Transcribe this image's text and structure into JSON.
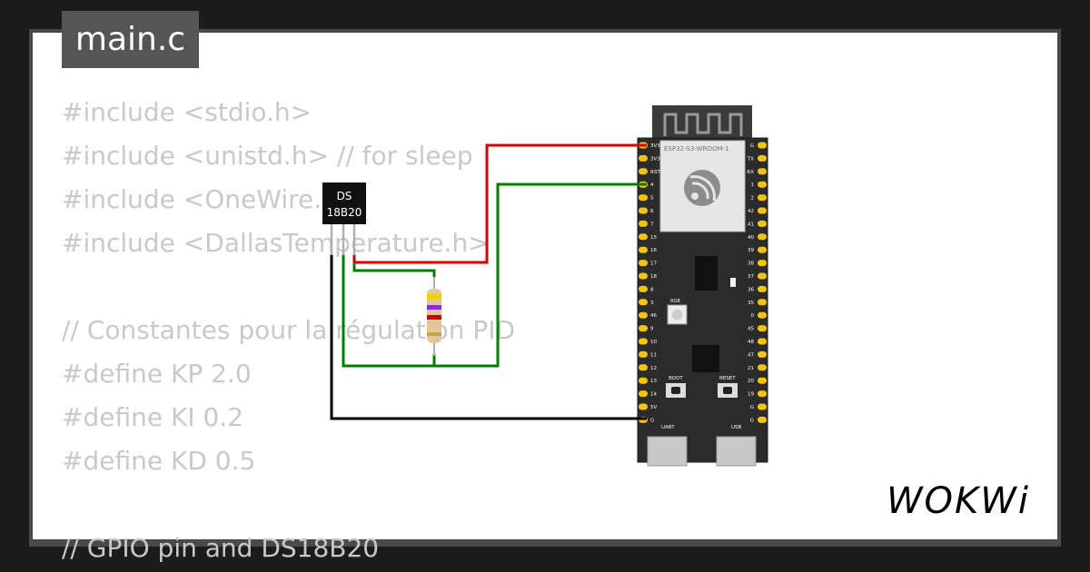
{
  "file_tab": "main.c",
  "code_lines": [
    "#include <stdio.h>",
    "#include <unistd.h> // for sleep",
    "#include <OneWire.h>",
    "#include <DallasTemperature.h>",
    "",
    "// Constantes pour la régulation PID",
    "#define KP 2.0",
    "#define KI 0.2",
    "#define KD 0.5",
    "",
    "// GPIO pin and DS18B20"
  ],
  "sensor": {
    "line1": "DS",
    "line2": "18B20"
  },
  "board": {
    "module_label": "ESP32-S3-WROOM-1",
    "left_pins": [
      "3V3",
      "3V3",
      "RST",
      "4",
      "5",
      "6",
      "7",
      "15",
      "16",
      "17",
      "18",
      "8",
      "3",
      "46",
      "9",
      "10",
      "11",
      "12",
      "13",
      "14",
      "5V",
      "G"
    ],
    "right_pins": [
      "G",
      "TX",
      "RX",
      "1",
      "2",
      "42",
      "41",
      "40",
      "39",
      "38",
      "37",
      "36",
      "35",
      "0",
      "45",
      "48",
      "47",
      "21",
      "20",
      "19",
      "G",
      "G"
    ],
    "rgb_label": "RGB",
    "boot_label": "BOOT",
    "reset_label": "RESET",
    "uart_label": "UART",
    "usb_label": "USB"
  },
  "logo": "WOKWi",
  "colors": {
    "wire_power": "#e00000",
    "wire_signal": "#008000",
    "wire_ground": "#000000",
    "board": "#2b2b2b",
    "pin": "#f2c40f",
    "code_text": "#c9c9c9"
  }
}
